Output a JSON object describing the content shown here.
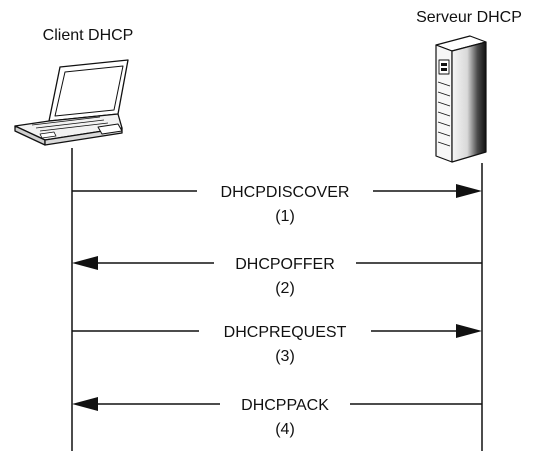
{
  "client": {
    "label": "Client DHCP"
  },
  "server": {
    "label": "Serveur DHCP"
  },
  "messages": [
    {
      "label": "DHCPDISCOVER",
      "number": "(1)",
      "direction": "client-to-server"
    },
    {
      "label": "DHCPOFFER",
      "number": "(2)",
      "direction": "server-to-client"
    },
    {
      "label": "DHCPREQUEST",
      "number": "(3)",
      "direction": "client-to-server"
    },
    {
      "label": "DHCPPACK",
      "number": "(4)",
      "direction": "server-to-client"
    }
  ],
  "colors": {
    "line": "#111111",
    "server_body_light": "#f4f4f4",
    "server_body_dark": "#1a1a1a"
  }
}
